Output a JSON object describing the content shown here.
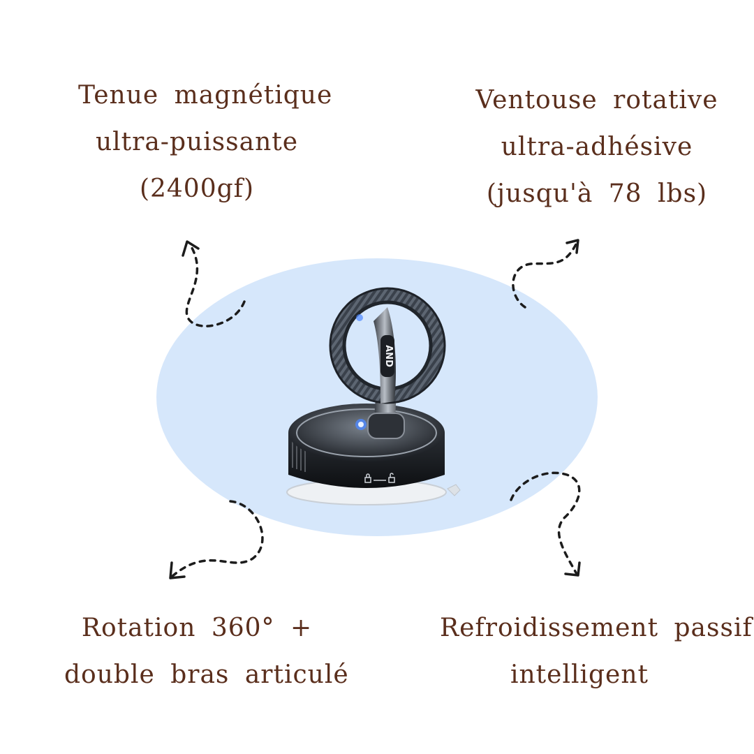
{
  "colors": {
    "background": "#ffffff",
    "blob": "#d6e7fb",
    "text": "#5a2e1c",
    "arrow": "#1c1c1c"
  },
  "features": {
    "top_left": {
      "lines": [
        "Tenue magnétique",
        "ultra-puissante",
        "(2400gf)"
      ]
    },
    "top_right": {
      "lines": [
        "Ventouse rotative",
        "ultra-adhésive",
        "(jusqu'à 78 lbs)"
      ]
    },
    "bottom_left": {
      "lines": [
        "Rotation 360° +",
        "double bras articulé"
      ]
    },
    "bottom_right": {
      "lines": [
        "Refroidissement passif",
        "intelligent"
      ]
    }
  },
  "product": {
    "name": "magnetic-car-phone-mount",
    "brand_mark": "AND"
  },
  "icons": [
    "arrow-icon",
    "lock-icon",
    "unlock-icon"
  ]
}
